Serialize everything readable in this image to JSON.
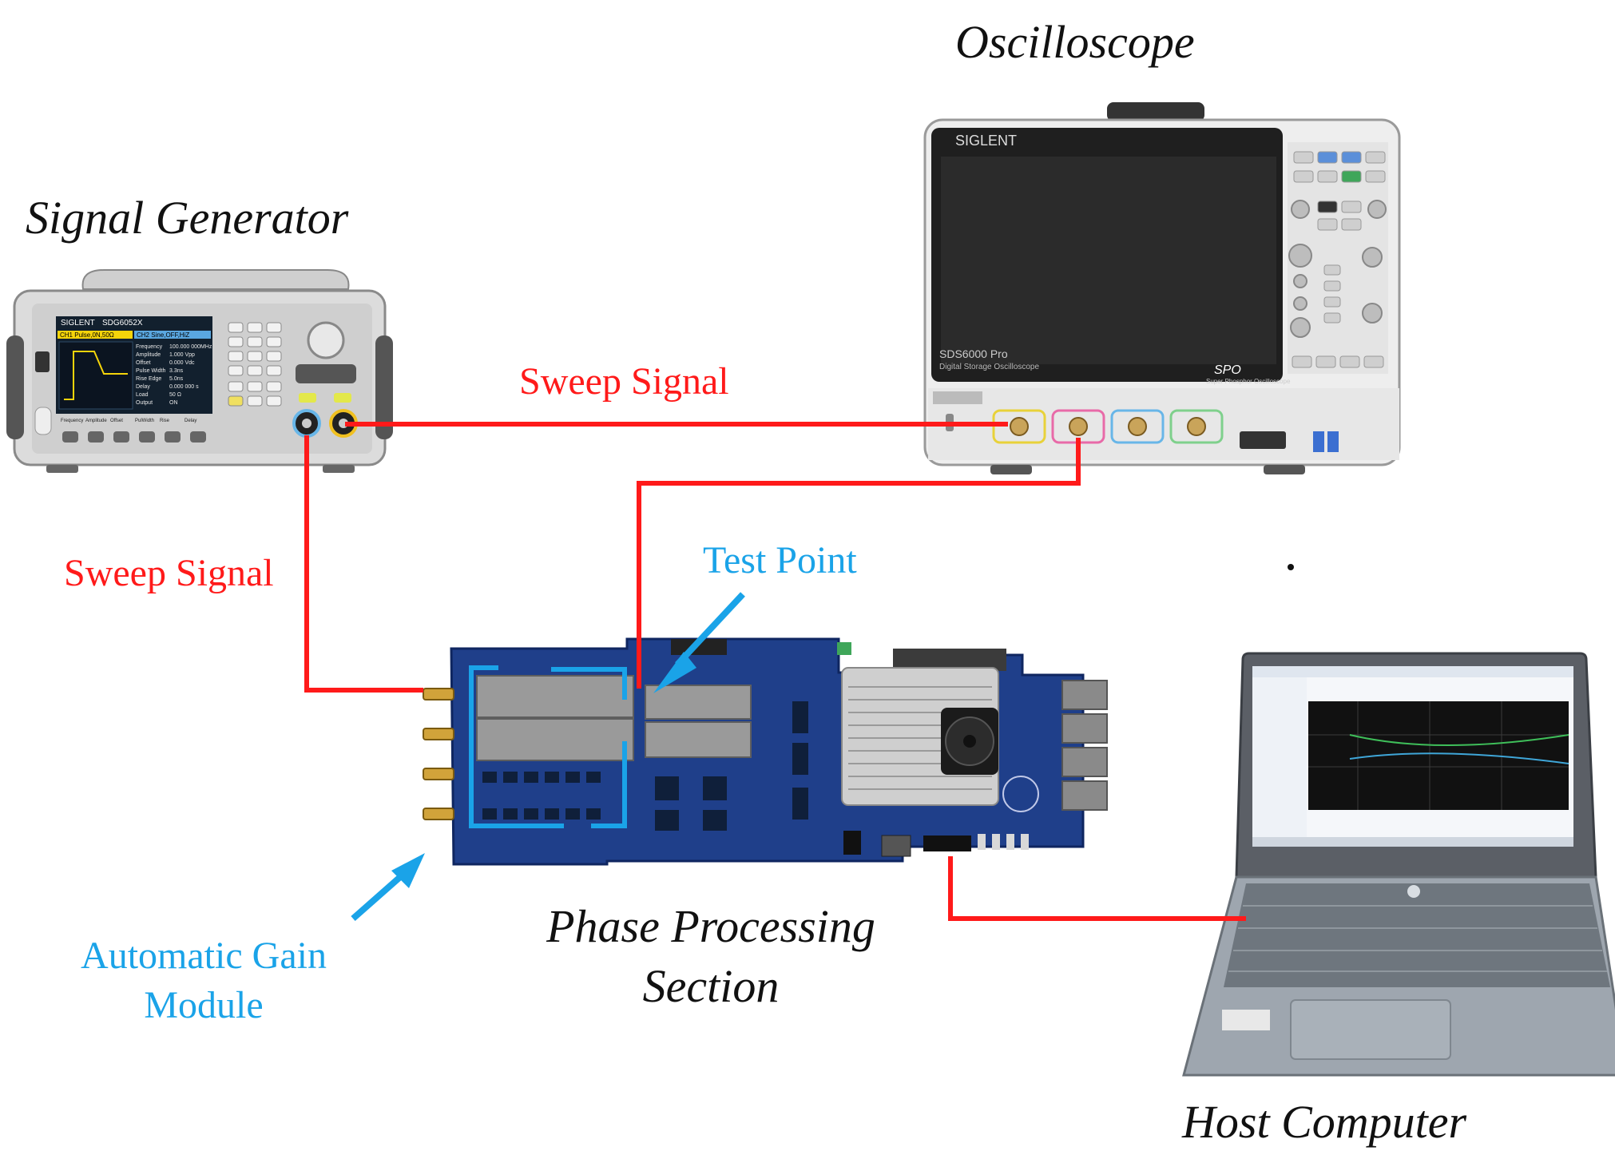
{
  "labels": {
    "oscilloscope": "Oscilloscope",
    "signal_generator": "Signal Generator",
    "sweep_signal_top": "Sweep Signal",
    "sweep_signal_left": "Sweep Signal",
    "test_point": "Test Point",
    "agm_line1": "Automatic Gain",
    "agm_line2": "Module",
    "pps_line1": "Phase Processing",
    "pps_line2": "Section",
    "host_computer": "Host Computer"
  },
  "devices": {
    "oscilloscope": {
      "brand": "SIGLENT",
      "model": "SDS6000 Pro",
      "subtitle": "Digital Storage Oscilloscope",
      "logo": "SPO",
      "logo_sub": "Super Phosphor Oscilloscope"
    },
    "signal_generator": {
      "brand": "SIGLENT",
      "model": "SDG6052X",
      "ch1": "CH1 Pulse,0N,50Ω",
      "ch2": "CH2 Sine,OFF,HiZ",
      "params": [
        [
          "Frequency",
          "100.000 000MHz"
        ],
        [
          "Amplitude",
          "1.000 Vpp"
        ],
        [
          "Offset",
          "0.000 Vdc"
        ],
        [
          "Pulse Width",
          "3.3ns"
        ],
        [
          "Rise Edge",
          "5.0ns"
        ],
        [
          "Delay",
          "0.000 000 s"
        ],
        [
          "Load",
          "50 Ω"
        ],
        [
          "Output",
          "ON"
        ]
      ],
      "softkeys": [
        "Frequency",
        "Amplitude",
        "Offset",
        "PulWidth",
        "Rise",
        "Delay"
      ]
    }
  },
  "colors": {
    "signal": "#ff1a1a",
    "annotation": "#1aa3e8",
    "text": "#111111"
  }
}
